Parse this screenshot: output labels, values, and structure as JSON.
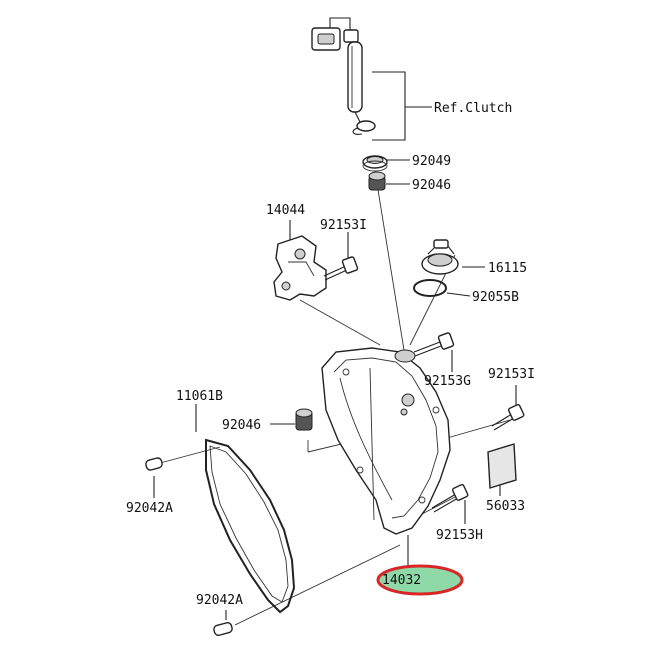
{
  "diagram": {
    "labels": {
      "ref_clutch": "Ref.Clutch",
      "p92049": "92049",
      "p92046_top": "92046",
      "p14044": "14044",
      "p92153I_top": "92153I",
      "p16115": "16115",
      "p92055B": "92055B",
      "p92153G": "92153G",
      "p92153I_right": "92153I",
      "p11061B": "11061B",
      "p92046_mid": "92046",
      "p92042A_top": "92042A",
      "p56033": "56033",
      "p92153H": "92153H",
      "p14032": "14032",
      "p92042A_bottom": "92042A"
    },
    "colors": {
      "highlight_fill": "#8fd9a8",
      "highlight_stroke": "#d62828",
      "line": "#222222"
    }
  }
}
